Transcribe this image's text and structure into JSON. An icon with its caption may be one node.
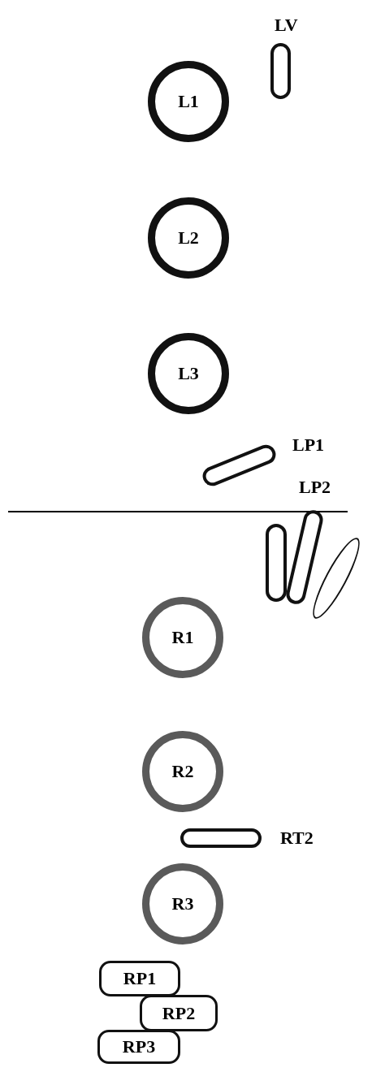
{
  "diagram": {
    "nodes": [
      {
        "text": [],
        "shape": "capsule",
        "beside": [
          "LV"
        ]
      },
      {
        "text": [
          "L1"
        ]
      },
      {
        "text": [
          "L2"
        ]
      },
      {
        "text": [
          "L3"
        ]
      },
      {
        "text": [],
        "shape": "capsule",
        "beside": [
          "LP1"
        ]
      },
      {
        "text": [],
        "shape": "capsule"
      },
      {
        "text": [],
        "shape": "capsule",
        "beside": [
          "LP2"
        ]
      },
      {
        "text": [],
        "shape": "ellipse"
      },
      {
        "text": [
          "R1"
        ]
      },
      {
        "text": [
          "R2"
        ]
      },
      {
        "text": [],
        "shape": "capsule",
        "beside": [
          "RT2"
        ]
      },
      {
        "text": [
          "R3"
        ]
      },
      {
        "text": [
          "RP1"
        ]
      },
      {
        "text": [
          "RP2"
        ]
      },
      {
        "text": [
          "RP3"
        ]
      }
    ]
  }
}
